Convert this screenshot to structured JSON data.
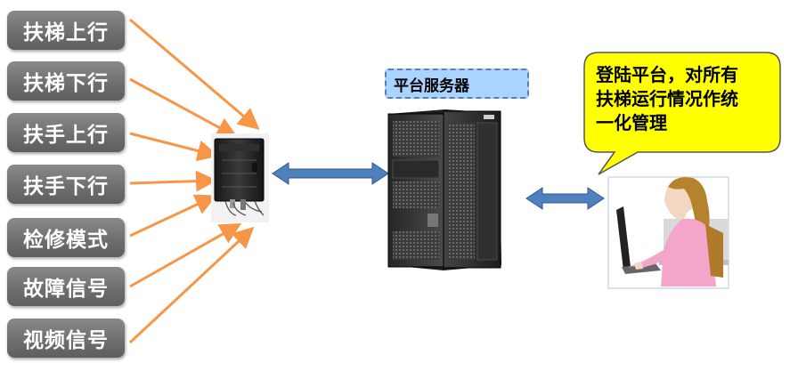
{
  "signals": [
    "扶梯上行",
    "扶梯下行",
    "扶手上行",
    "扶手下行",
    "检修模式",
    "故障信号",
    "视频信号"
  ],
  "server_label": "平台服务器",
  "bubble": {
    "line1": "登陆平台，对所有",
    "line2": "扶梯运行情况作统",
    "line3": "一化管理"
  },
  "colors": {
    "signal_box": "#6f6f6f",
    "input_arrow": "#f79646",
    "link_arrow": "#4f81bd",
    "bubble_fill": "#ffff00",
    "server_label_fill": "#a9d4ff"
  }
}
